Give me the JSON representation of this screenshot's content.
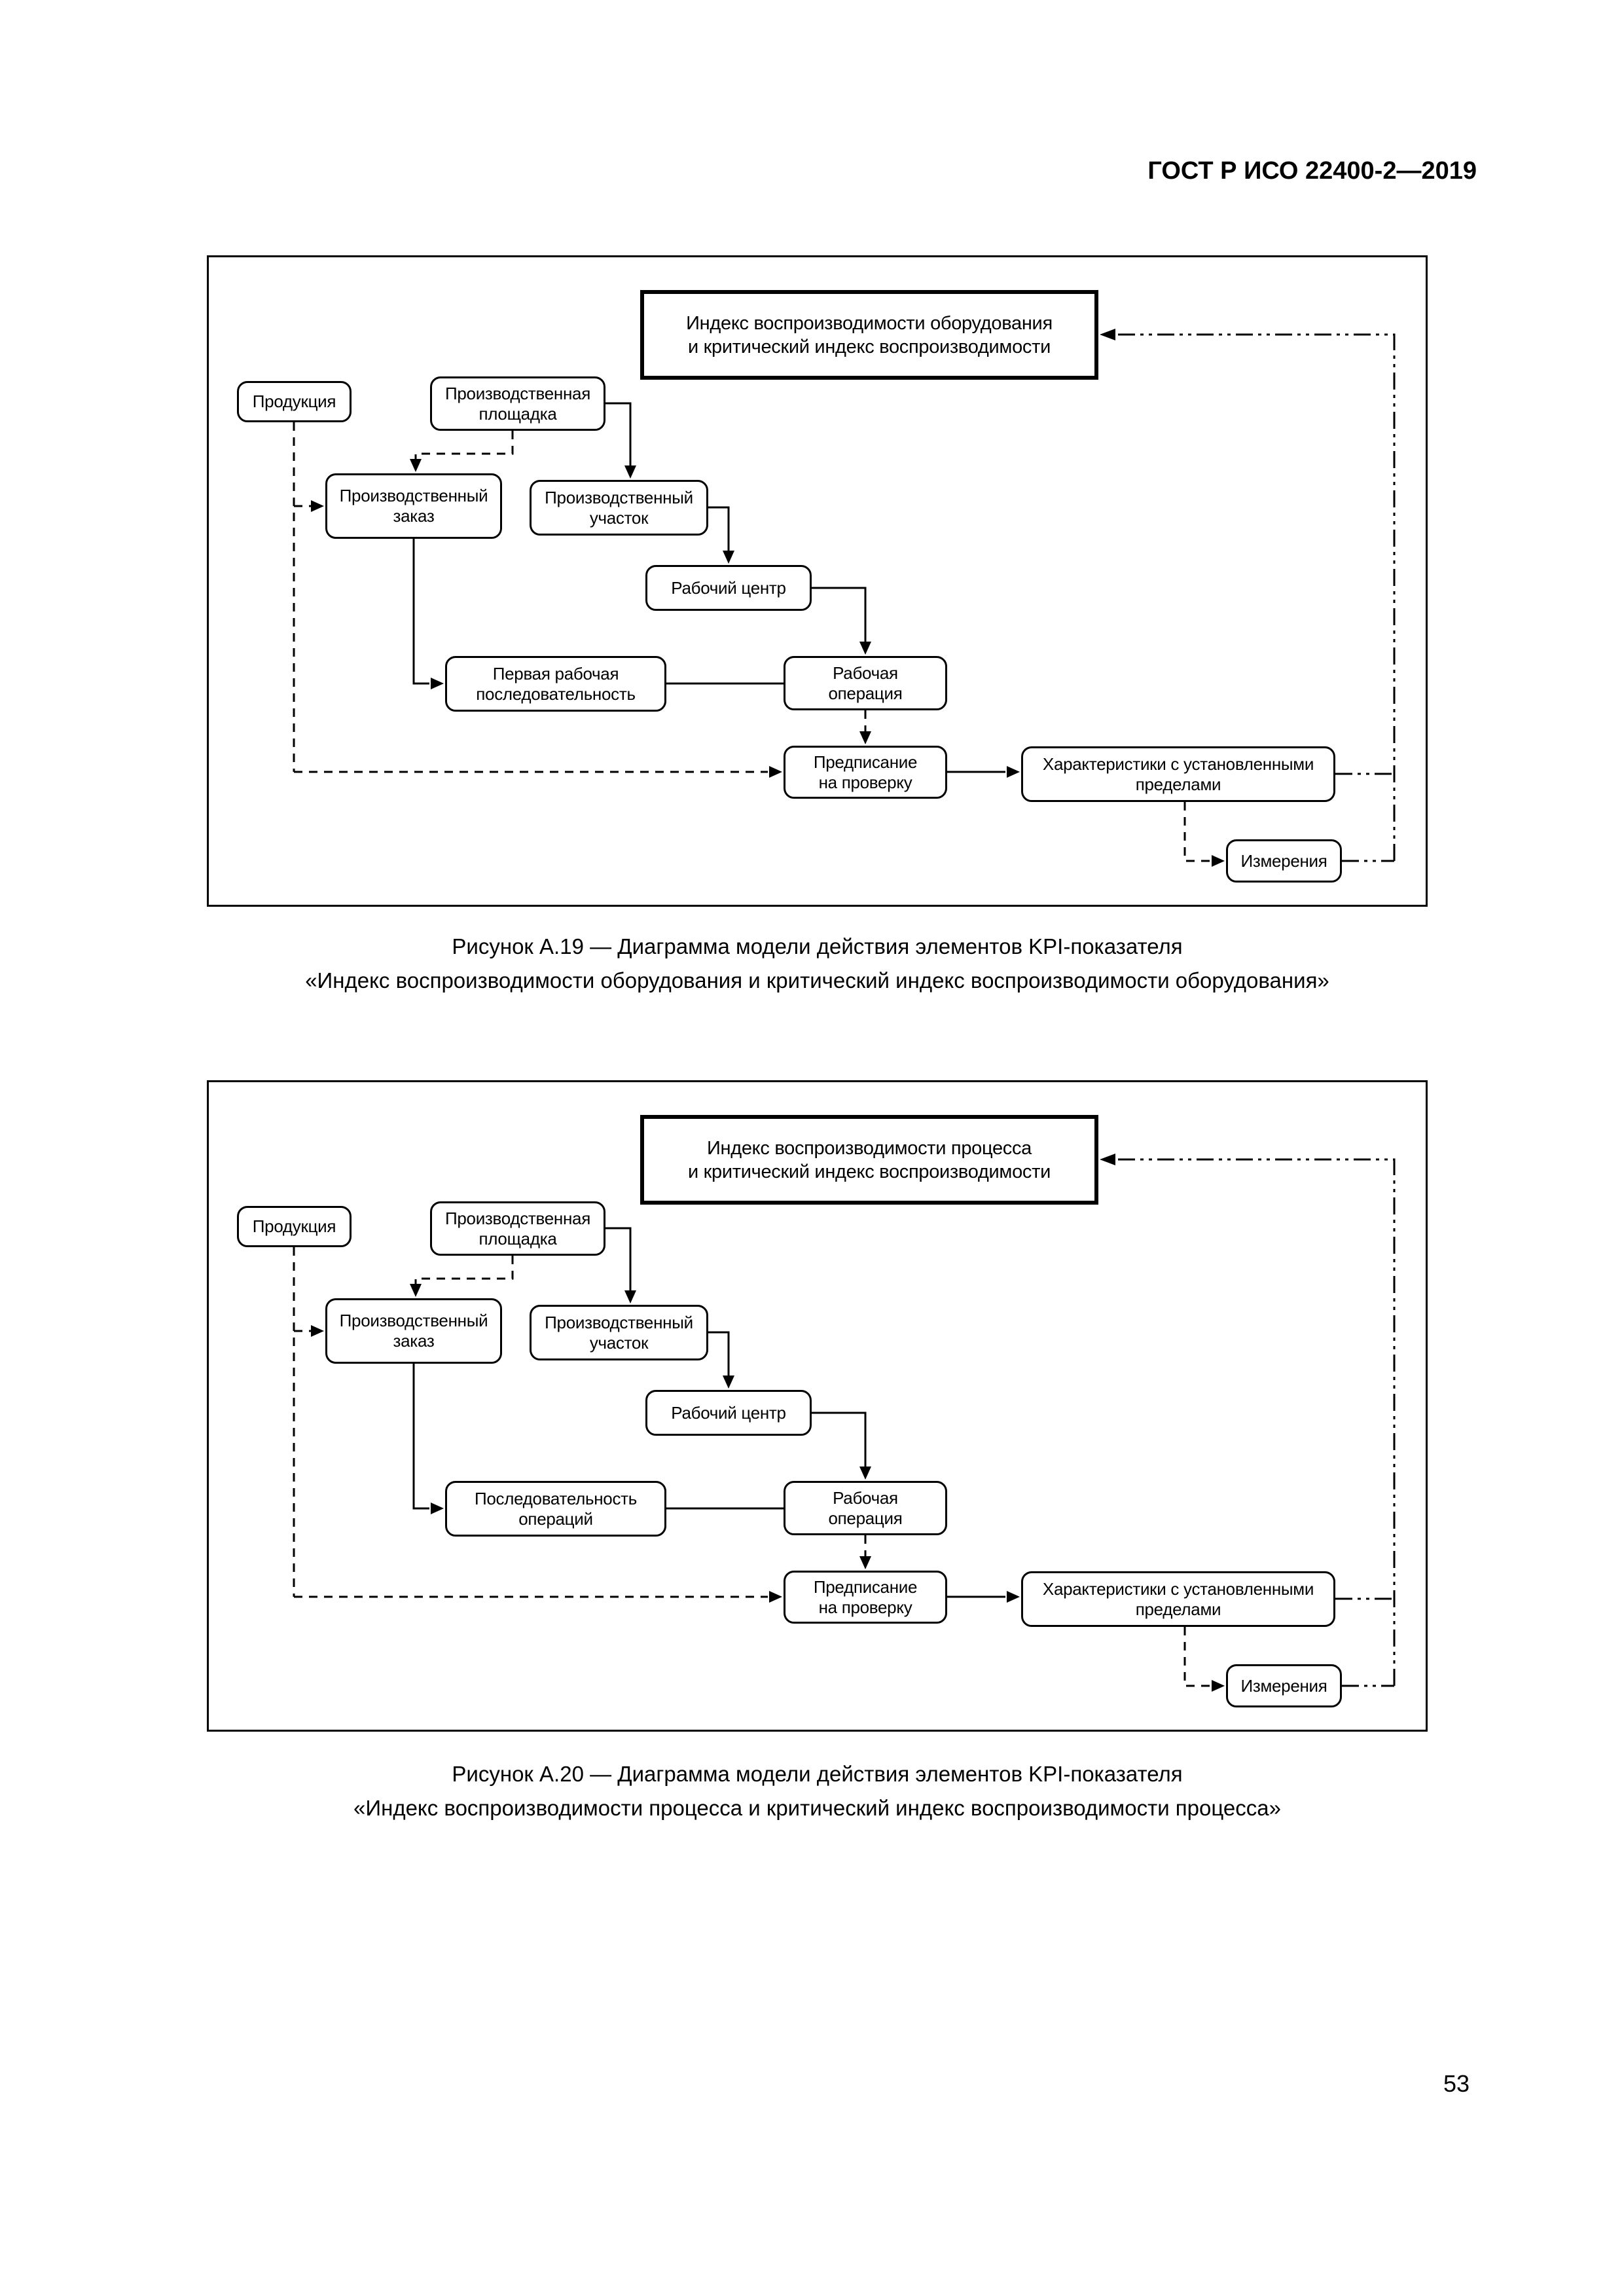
{
  "page": {
    "header": "ГОСТ Р ИСО 22400-2—2019",
    "page_number": "53"
  },
  "figures": [
    {
      "nodes": {
        "kpi_title": "Индекс воспроизводимости оборудования\nи критический индекс воспроизводимости",
        "product": "Продукция",
        "site": "Производственная\nплощадка",
        "order": "Производственный\nзаказ",
        "area": "Производственный\nучасток",
        "work_center": "Рабочий центр",
        "sequence": "Первая рабочая\nпоследовательность",
        "operation": "Рабочая\nоперация",
        "inspection": "Предписание\nна проверку",
        "characteristics": "Характеристики с установленными\nпределами",
        "measurements": "Измерения"
      },
      "caption_line1": "Рисунок А.19 — Диаграмма модели действия элементов KPI-показателя",
      "caption_line2": "«Индекс воспроизводимости оборудования и критический индекс воспроизводимости оборудования»"
    },
    {
      "nodes": {
        "kpi_title": "Индекс воспроизводимости процесса\nи критический индекс воспроизводимости",
        "product": "Продукция",
        "site": "Производственная\nплощадка",
        "order": "Производственный\nзаказ",
        "area": "Производственный\nучасток",
        "work_center": "Рабочий центр",
        "sequence": "Последовательность\nопераций",
        "operation": "Рабочая\nоперация",
        "inspection": "Предписание\nна проверку",
        "characteristics": "Характеристики с установленными\nпределами",
        "measurements": "Измерения"
      },
      "caption_line1": "Рисунок А.20 — Диаграмма модели действия элементов KPI-показателя",
      "caption_line2": "«Индекс воспроизводимости процесса и критический индекс воспроизводимости процесса»"
    }
  ]
}
